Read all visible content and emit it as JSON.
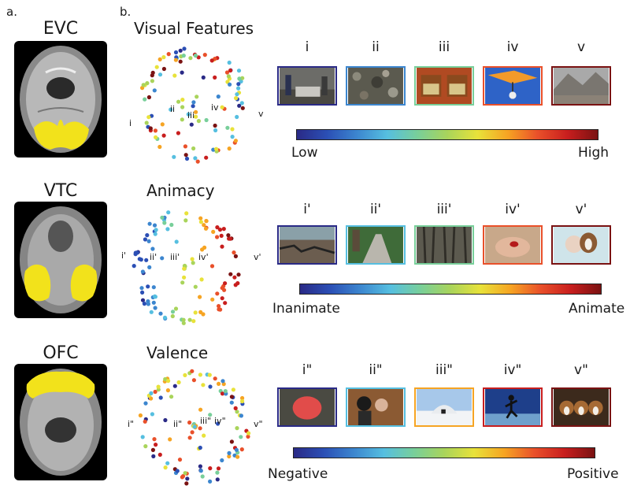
{
  "panel_a": "a.",
  "panel_b": "b.",
  "colors": {
    "colormap": [
      "#2a2a86",
      "#2b4fb5",
      "#3c86cf",
      "#56bfe0",
      "#78cf9a",
      "#a9d45b",
      "#e8e23a",
      "#f6a423",
      "#e9502a",
      "#c81e1e",
      "#7a1212"
    ],
    "roi_highlight": "#f2e21b"
  },
  "rows": [
    {
      "region": "EVC",
      "feature": "Visual Features",
      "examples": [
        "i",
        "ii",
        "iii",
        "iv",
        "v"
      ],
      "scatter_labels": [
        "i",
        "ii",
        "iii",
        "iv",
        "v"
      ],
      "low_label": "Low",
      "high_label": "High"
    },
    {
      "region": "VTC",
      "feature": "Animacy",
      "examples": [
        "i'",
        "ii'",
        "iii'",
        "iv'",
        "v'"
      ],
      "scatter_labels": [
        "i'",
        "ii'",
        "iii'",
        "iv'",
        "v'"
      ],
      "low_label": "Inanimate",
      "high_label": "Animate"
    },
    {
      "region": "OFC",
      "feature": "Valence",
      "examples": [
        "i\"",
        "ii\"",
        "iii\"",
        "iv\"",
        "v\""
      ],
      "scatter_labels": [
        "i\"",
        "ii\"",
        "iii\"",
        "iv\"",
        "v\""
      ],
      "low_label": "Negative",
      "high_label": "Positive"
    }
  ]
}
